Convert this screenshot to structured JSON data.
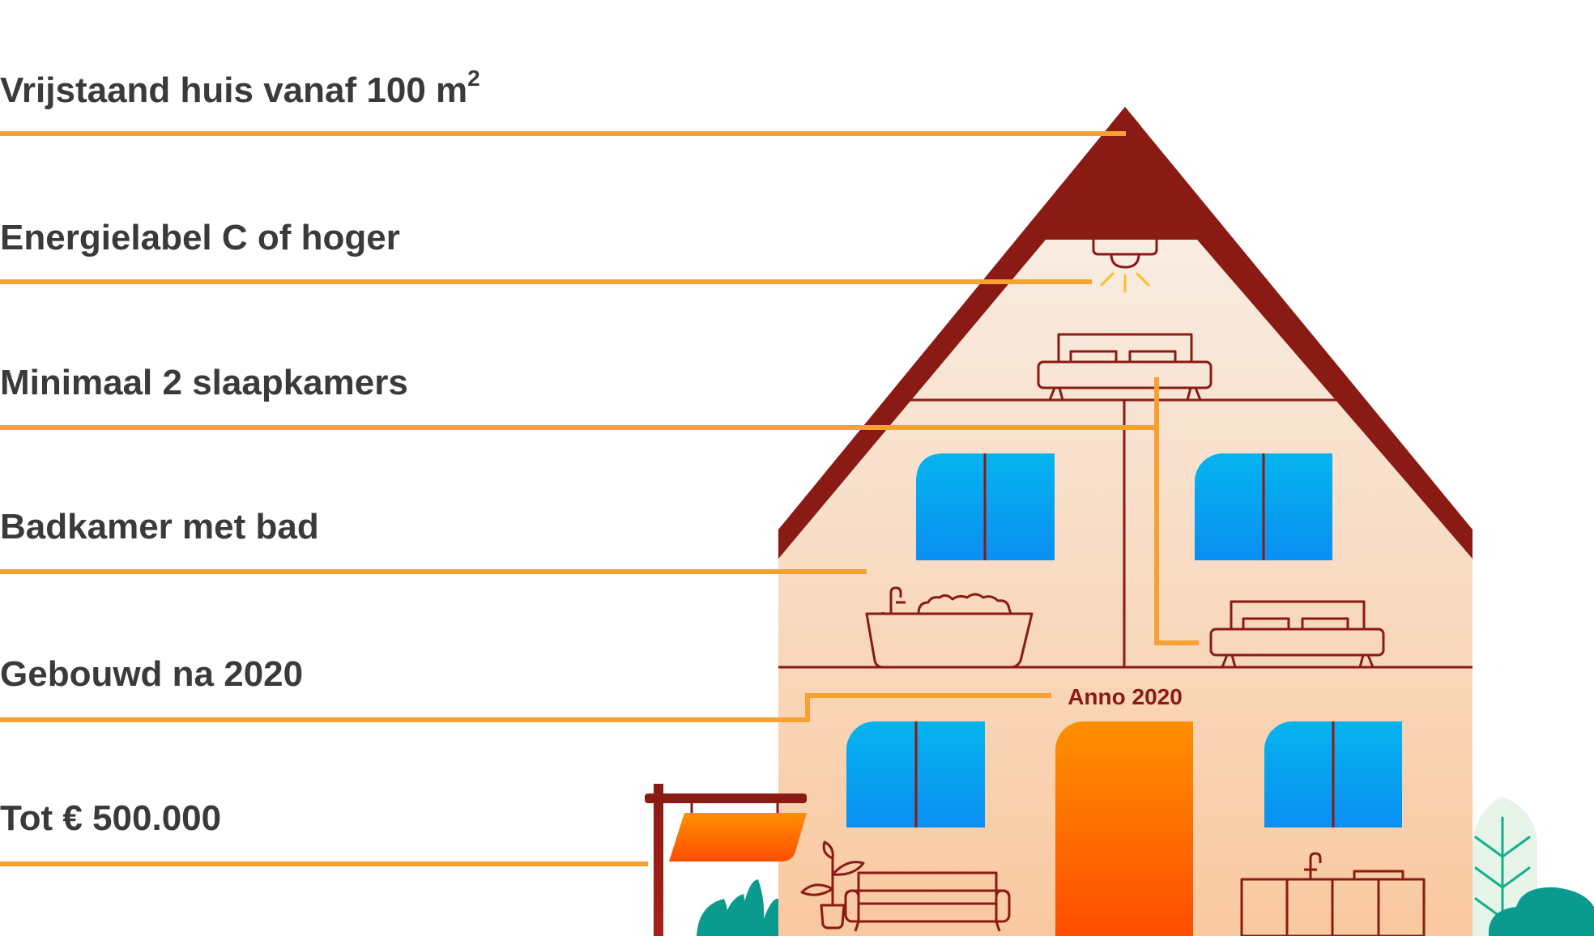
{
  "criteria": [
    {
      "text": "Vrijstaand huis vanaf 100 m",
      "sup": "2"
    },
    {
      "text": "Energielabel C of hoger"
    },
    {
      "text": "Minimaal 2 slaapkamers"
    },
    {
      "text": "Badkamer met bad"
    },
    {
      "text": "Gebouwd na 2020"
    },
    {
      "text": "Tot € 500.000"
    }
  ],
  "house": {
    "anno_label": "Anno 2020"
  },
  "colors": {
    "accent_line": "#f7a132",
    "roof": "#8a1a14",
    "outline": "#8a1a14",
    "wall_top": "#f8ece2",
    "wall_bottom": "#f9c9a0",
    "window_top": "#05b4ee",
    "window_bottom": "#0a8ff2",
    "door_top": "#fe9000",
    "door_bottom": "#ff4d00",
    "bulb_rays": "#f6c02a",
    "plant_teal": "#0a9a8e",
    "tree_light": "#e6f4ea",
    "tree_stroke": "#13b08a"
  }
}
